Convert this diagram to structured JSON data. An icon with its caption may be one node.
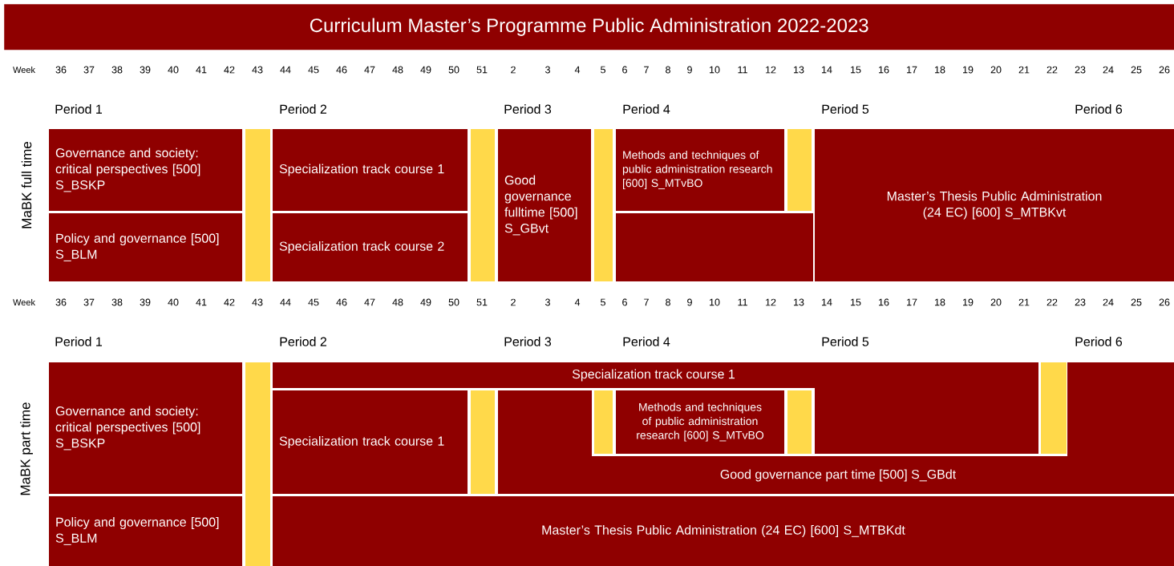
{
  "diagram": {
    "title": "Curriculum Master’s Programme Public Administration 2022-2023",
    "nodes": [
      {
        "text": [
          "Governance and society: critical perspectives [500] S_BSKP"
        ]
      },
      {
        "text": [
          "Policy and governance [500] S_BLM"
        ]
      },
      {
        "text": [],
        "shape": "bar"
      },
      {
        "text": [
          "Specialization track course 1"
        ]
      },
      {
        "text": [
          "Specialization track course 2"
        ]
      },
      {
        "text": [],
        "shape": "bar"
      },
      {
        "text": [
          "Good governance fulltime [500] S_GBvt"
        ]
      },
      {
        "text": [],
        "shape": "bar"
      },
      {
        "text": [
          "Methods and techniques of public administration research [600] S_MTvBO"
        ]
      },
      {
        "text": [],
        "shape": "bar"
      },
      {
        "text": [],
        "shape": "box"
      },
      {
        "text": [
          "Master’s Thesis Public Administration (24 EC) [600] S_MTBKvt"
        ]
      },
      {
        "text": [
          "Governance and society: critical perspectives [500] S_BSKP"
        ]
      },
      {
        "text": [
          "Policy and governance [500] S_BLM"
        ]
      },
      {
        "text": [],
        "shape": "bar"
      },
      {
        "text": [
          "Specialization track course 1"
        ]
      },
      {
        "text": [
          "Specialization track course 1"
        ]
      },
      {
        "text": [],
        "shape": "bar"
      },
      {
        "text": [
          "Good governance part time [500] S_GBdt"
        ]
      },
      {
        "text": [],
        "shape": "bar"
      },
      {
        "text": [
          "Methods and techniques of public administration research [600] S_MTvBO"
        ]
      },
      {
        "text": [],
        "shape": "bar"
      },
      {
        "text": [],
        "shape": "bar"
      },
      {
        "text": [
          "Master’s Thesis Public Administration (24 EC) [600] S_MTBKdt"
        ]
      }
    ],
    "labels": [
      "Week",
      "36",
      "37",
      "38",
      "39",
      "40",
      "41",
      "42",
      "43",
      "44",
      "45",
      "46",
      "47",
      "48",
      "49",
      "50",
      "51",
      "2",
      "3",
      "4",
      "5",
      "6",
      "7",
      "8",
      "9",
      "10",
      "11",
      "12",
      "13",
      "14",
      "15",
      "16",
      "17",
      "18",
      "19",
      "20",
      "21",
      "22",
      "23",
      "24",
      "25",
      "26",
      "Period 1",
      "Period 2",
      "Period 3",
      "Period 4",
      "Period 5",
      "Period 6",
      "MaBK full time",
      "Week",
      "36",
      "37",
      "38",
      "39",
      "40",
      "41",
      "42",
      "43",
      "44",
      "45",
      "46",
      "47",
      "48",
      "49",
      "50",
      "51",
      "2",
      "3",
      "4",
      "5",
      "6",
      "7",
      "8",
      "9",
      "10",
      "11",
      "12",
      "13",
      "14",
      "15",
      "16",
      "17",
      "18",
      "19",
      "20",
      "21",
      "22",
      "23",
      "24",
      "25",
      "26",
      "Period 1",
      "Period 2",
      "Period 3",
      "Period 4",
      "Period 5",
      "Period 6",
      "MaBK part time"
    ]
  }
}
